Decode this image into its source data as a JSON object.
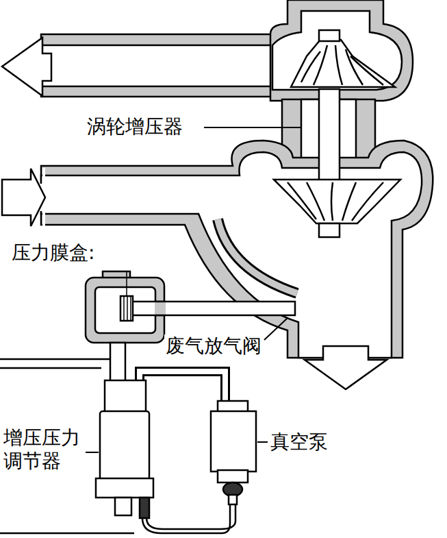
{
  "diagram": {
    "labels": [
      "涡轮增压器",
      "压力膜盒:",
      "废气放气阀",
      "增压压力 调节器",
      "真空泵"
    ]
  }
}
